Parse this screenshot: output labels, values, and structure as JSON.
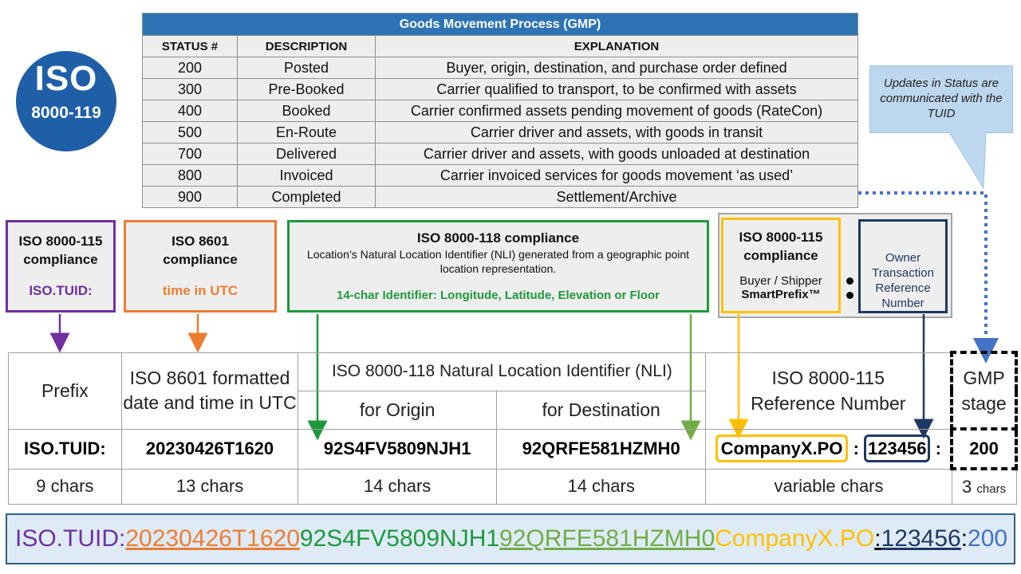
{
  "logo": {
    "line1": "ISO",
    "line2": "8000-119"
  },
  "gmp": {
    "title": "Goods Movement Process (GMP)",
    "headers": [
      "STATUS #",
      "DESCRIPTION",
      "EXPLANATION"
    ],
    "rows": [
      [
        "200",
        "Posted",
        "Buyer, origin, destination, and purchase order defined"
      ],
      [
        "300",
        "Pre-Booked",
        "Carrier qualified to transport, to be confirmed with assets"
      ],
      [
        "400",
        "Booked",
        "Carrier confirmed assets pending movement of goods (RateCon)"
      ],
      [
        "500",
        "En-Route",
        "Carrier driver and assets, with goods in transit"
      ],
      [
        "700",
        "Delivered",
        "Carrier driver and assets, with goods unloaded at destination"
      ],
      [
        "800",
        "Invoiced",
        "Carrier invoiced services for goods movement ‘as used’"
      ],
      [
        "900",
        "Completed",
        "Settlement/Archive"
      ]
    ]
  },
  "callout": "Updates in Status are communicated with the TUID",
  "boxes": {
    "iso115": {
      "title": "ISO 8000-115 compliance",
      "sub": "ISO.TUID:"
    },
    "iso8601": {
      "title": "ISO 8601 compliance",
      "sub": "time in UTC"
    },
    "iso118": {
      "title": "ISO 8000-118 compliance",
      "desc": "Location’s Natural Location Identifier (NLI) generated from a geographic point location representation.",
      "sub": "14-char Identifier: Longitude, Latitude, Elevation or Floor"
    },
    "iso115b": {
      "title": "ISO 8000-115 compliance",
      "line1": "Buyer / Shipper",
      "line2": "SmartPrefix™"
    },
    "owner": "Owner Transaction Reference Number"
  },
  "table": {
    "headers": {
      "prefix": "Prefix",
      "datetime": "ISO 8601 formatted date and time in UTC",
      "nli": "ISO 8000-118 Natural Location Identifier (NLI)",
      "origin": "for Origin",
      "destination": "for Destination",
      "ref": "ISO 8000-115 Reference Number",
      "gmp": "GMP stage"
    },
    "values": {
      "prefix": "ISO.TUID:",
      "datetime": "20230426T1620",
      "origin": "92S4FV5809NJH1",
      "destination": "92QRFE581HZMH0",
      "company": "CompanyX.PO",
      "sep1": ":",
      "ref": "123456",
      "sep2": ":",
      "gmp": "200"
    },
    "counts": {
      "prefix": "9 chars",
      "datetime": "13 chars",
      "origin": "14 chars",
      "destination": "14 chars",
      "ref": "variable chars",
      "gmp_num": "3",
      "gmp_unit": "chars"
    }
  },
  "bar": {
    "prefix": "ISO.TUID:",
    "datetime": "20230426T1620",
    "origin": "92S4FV5809NJH1",
    "destination": "92QRFE581HZMH0",
    "company": "CompanyX.PO",
    "sep1": ":",
    "ref": "123456",
    "sep2": ":",
    "gmp": "200"
  },
  "colors": {
    "purple": "#7030a0",
    "orange": "#ed7d31",
    "green": "#1c9a3c",
    "lightgreen": "#70ad47",
    "yellow": "#ffc000",
    "navy": "#1f3864",
    "blue": "#2e74b5",
    "lightblue": "#4472c4"
  }
}
